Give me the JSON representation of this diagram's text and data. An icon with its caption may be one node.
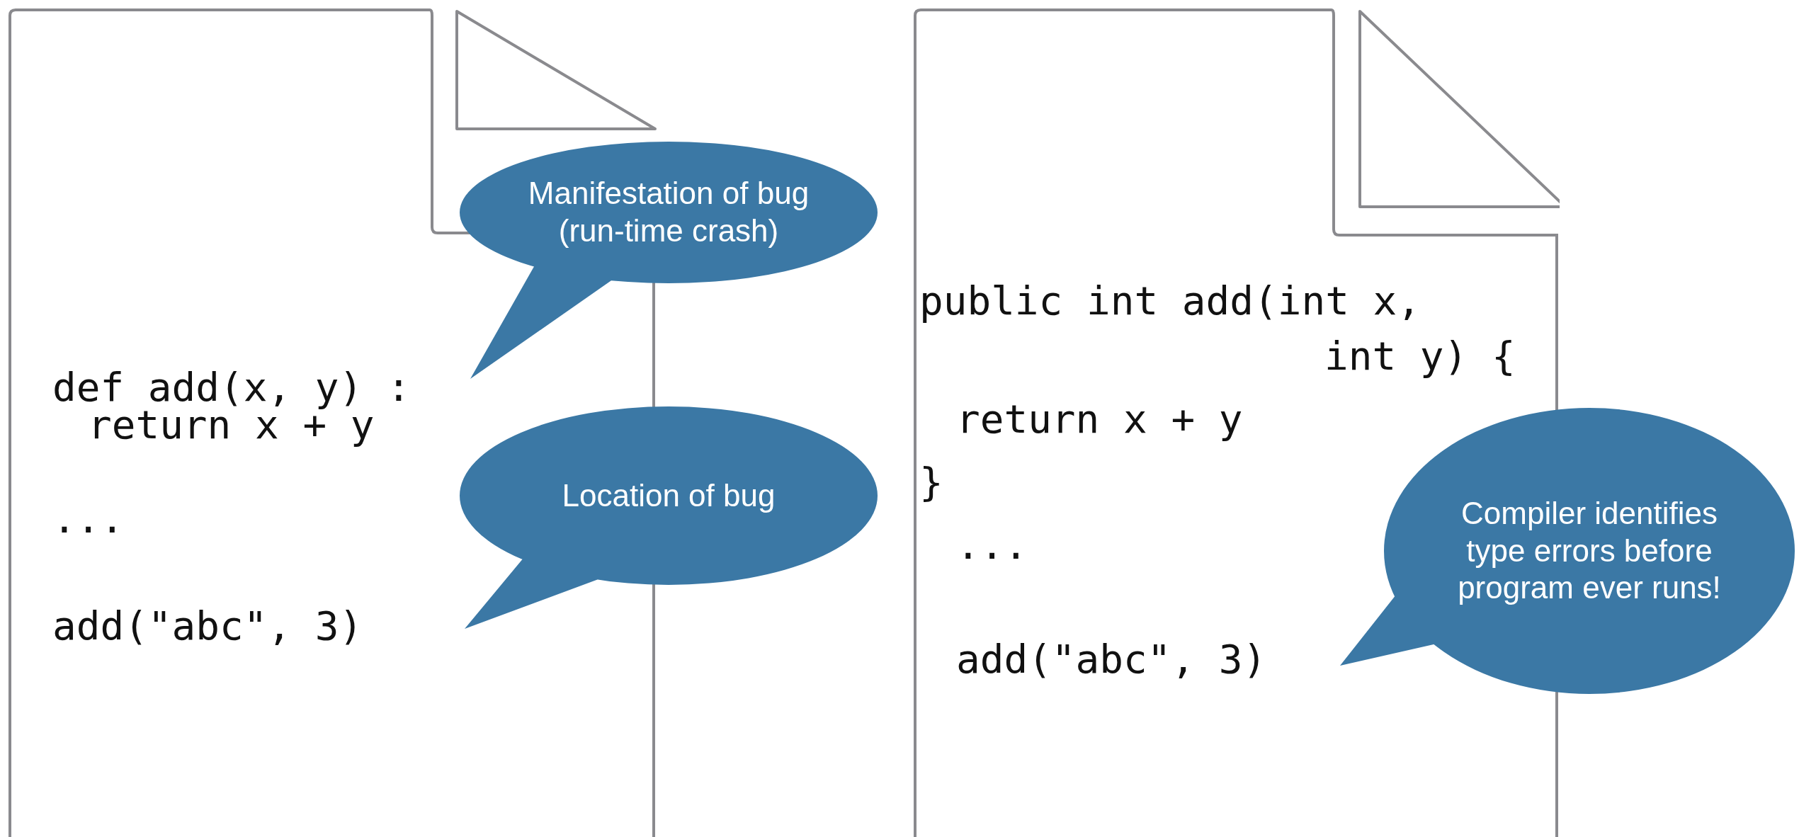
{
  "diagram": {
    "nodes": [
      {
        "text": [
          "def add(x, y) :",
          "return x + y",
          "...",
          "add(\"abc\", 3)"
        ]
      },
      {
        "text": [
          "Manifestation of bug (run-time crash)"
        ]
      },
      {
        "text": [
          "Location of bug"
        ]
      },
      {
        "text": [
          "public int add(int x,",
          "int y) {",
          "return x + y",
          "}",
          "...",
          "add(\"abc\", 3)"
        ]
      },
      {
        "text": [
          "Compiler identifies type errors before program ever runs!"
        ]
      }
    ]
  }
}
